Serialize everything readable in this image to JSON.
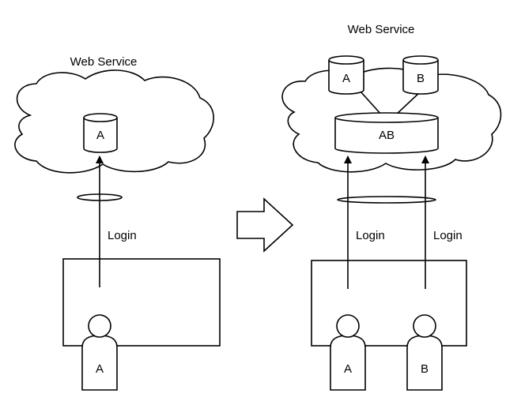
{
  "left": {
    "cloud_label": "Web Service",
    "db_label": "A",
    "login_label": "Login",
    "user_label": "A"
  },
  "right": {
    "cloud_label": "Web Service",
    "db_a_label": "A",
    "db_b_label": "B",
    "db_ab_label": "AB",
    "login_a_label": "Login",
    "login_b_label": "Login",
    "user_a_label": "A",
    "user_b_label": "B"
  }
}
